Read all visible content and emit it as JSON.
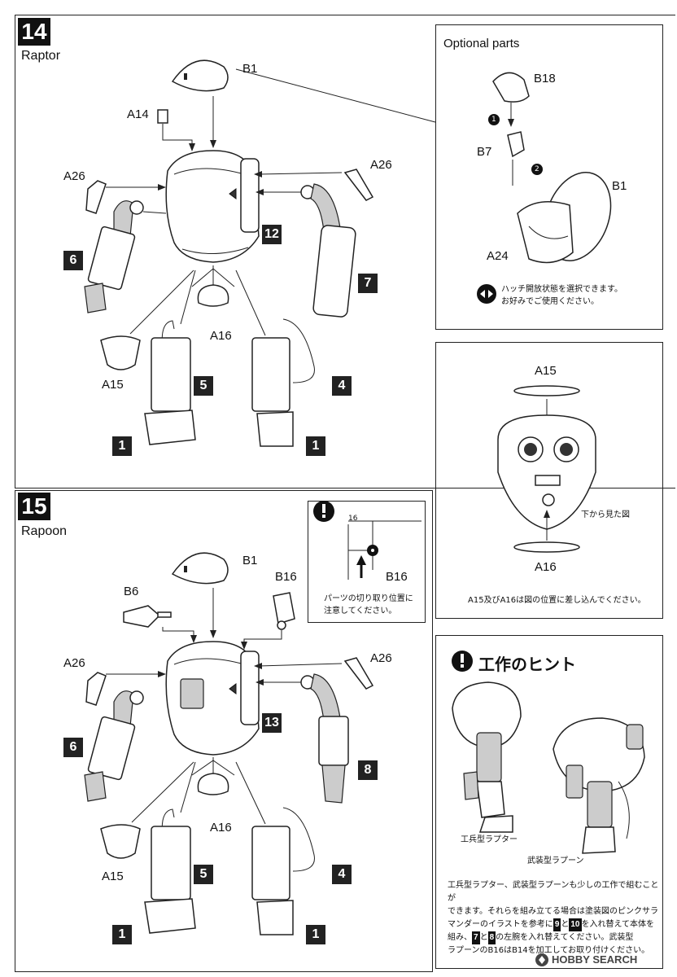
{
  "step14": {
    "number": "14",
    "name": "Raptor",
    "labels": {
      "b1": "B1",
      "a14": "A14",
      "a26_left": "A26",
      "a26_right": "A26",
      "a16": "A16",
      "a15": "A15"
    },
    "badges": {
      "torso": "12",
      "left_arm": "6",
      "right_arm": "7",
      "left_leg": "5",
      "right_leg": "4",
      "left_foot": "1",
      "right_foot": "1"
    }
  },
  "step15": {
    "number": "15",
    "name": "Rapoon",
    "labels": {
      "b1": "B1",
      "b6": "B6",
      "b16": "B16",
      "a26_left": "A26",
      "a26_right": "A26",
      "a16": "A16",
      "a15": "A15"
    },
    "badges": {
      "torso": "13",
      "left_arm": "6",
      "right_arm": "8",
      "left_leg": "5",
      "right_leg": "4",
      "left_foot": "1",
      "right_foot": "1"
    }
  },
  "optional": {
    "title": "Optional parts",
    "labels": {
      "b18": "B18",
      "b7": "B7",
      "b1": "B1",
      "a24": "A24"
    },
    "step1": "1",
    "step2": "2",
    "note_line1": "ハッチ開放状態を選択できます。",
    "note_line2": "お好みでご使用ください。"
  },
  "head_detail": {
    "label_top": "A15",
    "label_bottom": "A16",
    "view_caption": "下から見た図",
    "note": "A15及びA16は図の位置に差し込んでください。"
  },
  "cut_note": {
    "gate_number": "16",
    "part_label": "B16",
    "line1": "パーツの切り取り位置に",
    "line2": "注意してください。"
  },
  "hint": {
    "title": "工作のヒント",
    "caption_left": "工兵型ラプター",
    "caption_right": "武装型ラプーン",
    "line1": "工兵型ラプター、武装型ラプーンも少しの工作で組むことが",
    "line2a": "できます。それらを組み立てる場合は塗装図のピンクサラ",
    "line3a": "マンダーのイラストを参考に",
    "box9": "9",
    "and1": "と",
    "box10": "10",
    "line3b": "を入れ替えて本体を",
    "line4a": "組み、",
    "box7": "7",
    "and2": "と",
    "box8": "8",
    "line4b": "の左腕を入れ替えてください。武装型",
    "line5": "ラプーンのB16はB14を加工してお取り付けください。"
  },
  "watermark": "HOBBY SEARCH"
}
